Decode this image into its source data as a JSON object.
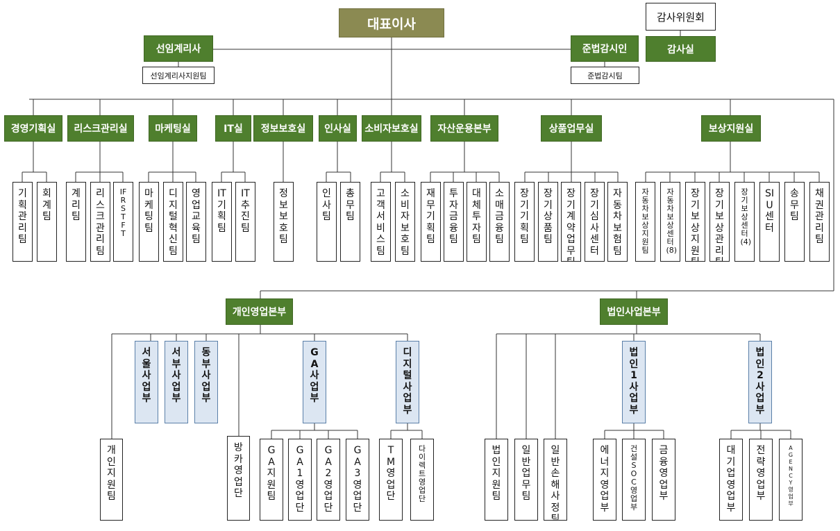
{
  "chart": {
    "ceo": "대표이사",
    "audit_committee": "감사위원회",
    "audit_office": "감사실",
    "appointed_actuary": "선임계리사",
    "appointed_actuary_team": "선임계리사지원팀",
    "compliance_officer": "준법감시인",
    "compliance_team": "준법감시팀",
    "departments": [
      {
        "label": "경영기획실",
        "teams": [
          "기획관리팀",
          "회계팀"
        ]
      },
      {
        "label": "리스크관리실",
        "teams": [
          "계리팀",
          "리스크관리팀",
          "IFRS TFT"
        ]
      },
      {
        "label": "마케팅실",
        "teams": [
          "마케팅팀",
          "디지털혁신팀",
          "영업교육팀"
        ]
      },
      {
        "label": "IT실",
        "teams": [
          "IT기획팀",
          "IT추진팀"
        ]
      },
      {
        "label": "정보보호실",
        "teams": [
          "정보보호팀"
        ]
      },
      {
        "label": "인사실",
        "teams": [
          "인사팀",
          "총무팀"
        ]
      },
      {
        "label": "소비자보호실",
        "teams": [
          "고객서비스팀",
          "소비자보호팀"
        ]
      },
      {
        "label": "자산운용본부",
        "teams": [
          "재무기획팀",
          "투자금융팀",
          "대체투자팀",
          "소매금융팀"
        ]
      },
      {
        "label": "상품업무실",
        "teams": [
          "장기기획팀",
          "장기상품팀",
          "장기계약업무팀",
          "장기심사센터",
          "자동차보험팀"
        ]
      },
      {
        "label": "보상지원실",
        "teams": [
          "자동차보상지원팀",
          "자동차보상센터(8)",
          "장기보상지원팀",
          "장기보상관리팀",
          "장기보상센터(4)",
          "SIU센터",
          "송무팀",
          "채권관리팀"
        ]
      }
    ],
    "personal_sales": {
      "label": "개인영업본부",
      "teams": [
        "개인지원팀",
        "서울사업부",
        "서부사업부",
        "동부사업부",
        "방카영업단",
        "GA사업부",
        "GA지원팀",
        "GA1영업단",
        "GA2영업단",
        "GA3영업단",
        "디지털사업부",
        "TM영업단",
        "다이렉트영업단"
      ]
    },
    "corporate_sales": {
      "label": "법인사업본부",
      "teams": [
        "법인지원팀",
        "일반업무팀",
        "일반손해사정팀",
        "법인1사업부",
        "에너지영업부",
        "건설SOC영업부",
        "금융영업부",
        "법인2사업부",
        "대기업영업부",
        "전략영업부",
        "AGENCY영업부"
      ]
    }
  }
}
